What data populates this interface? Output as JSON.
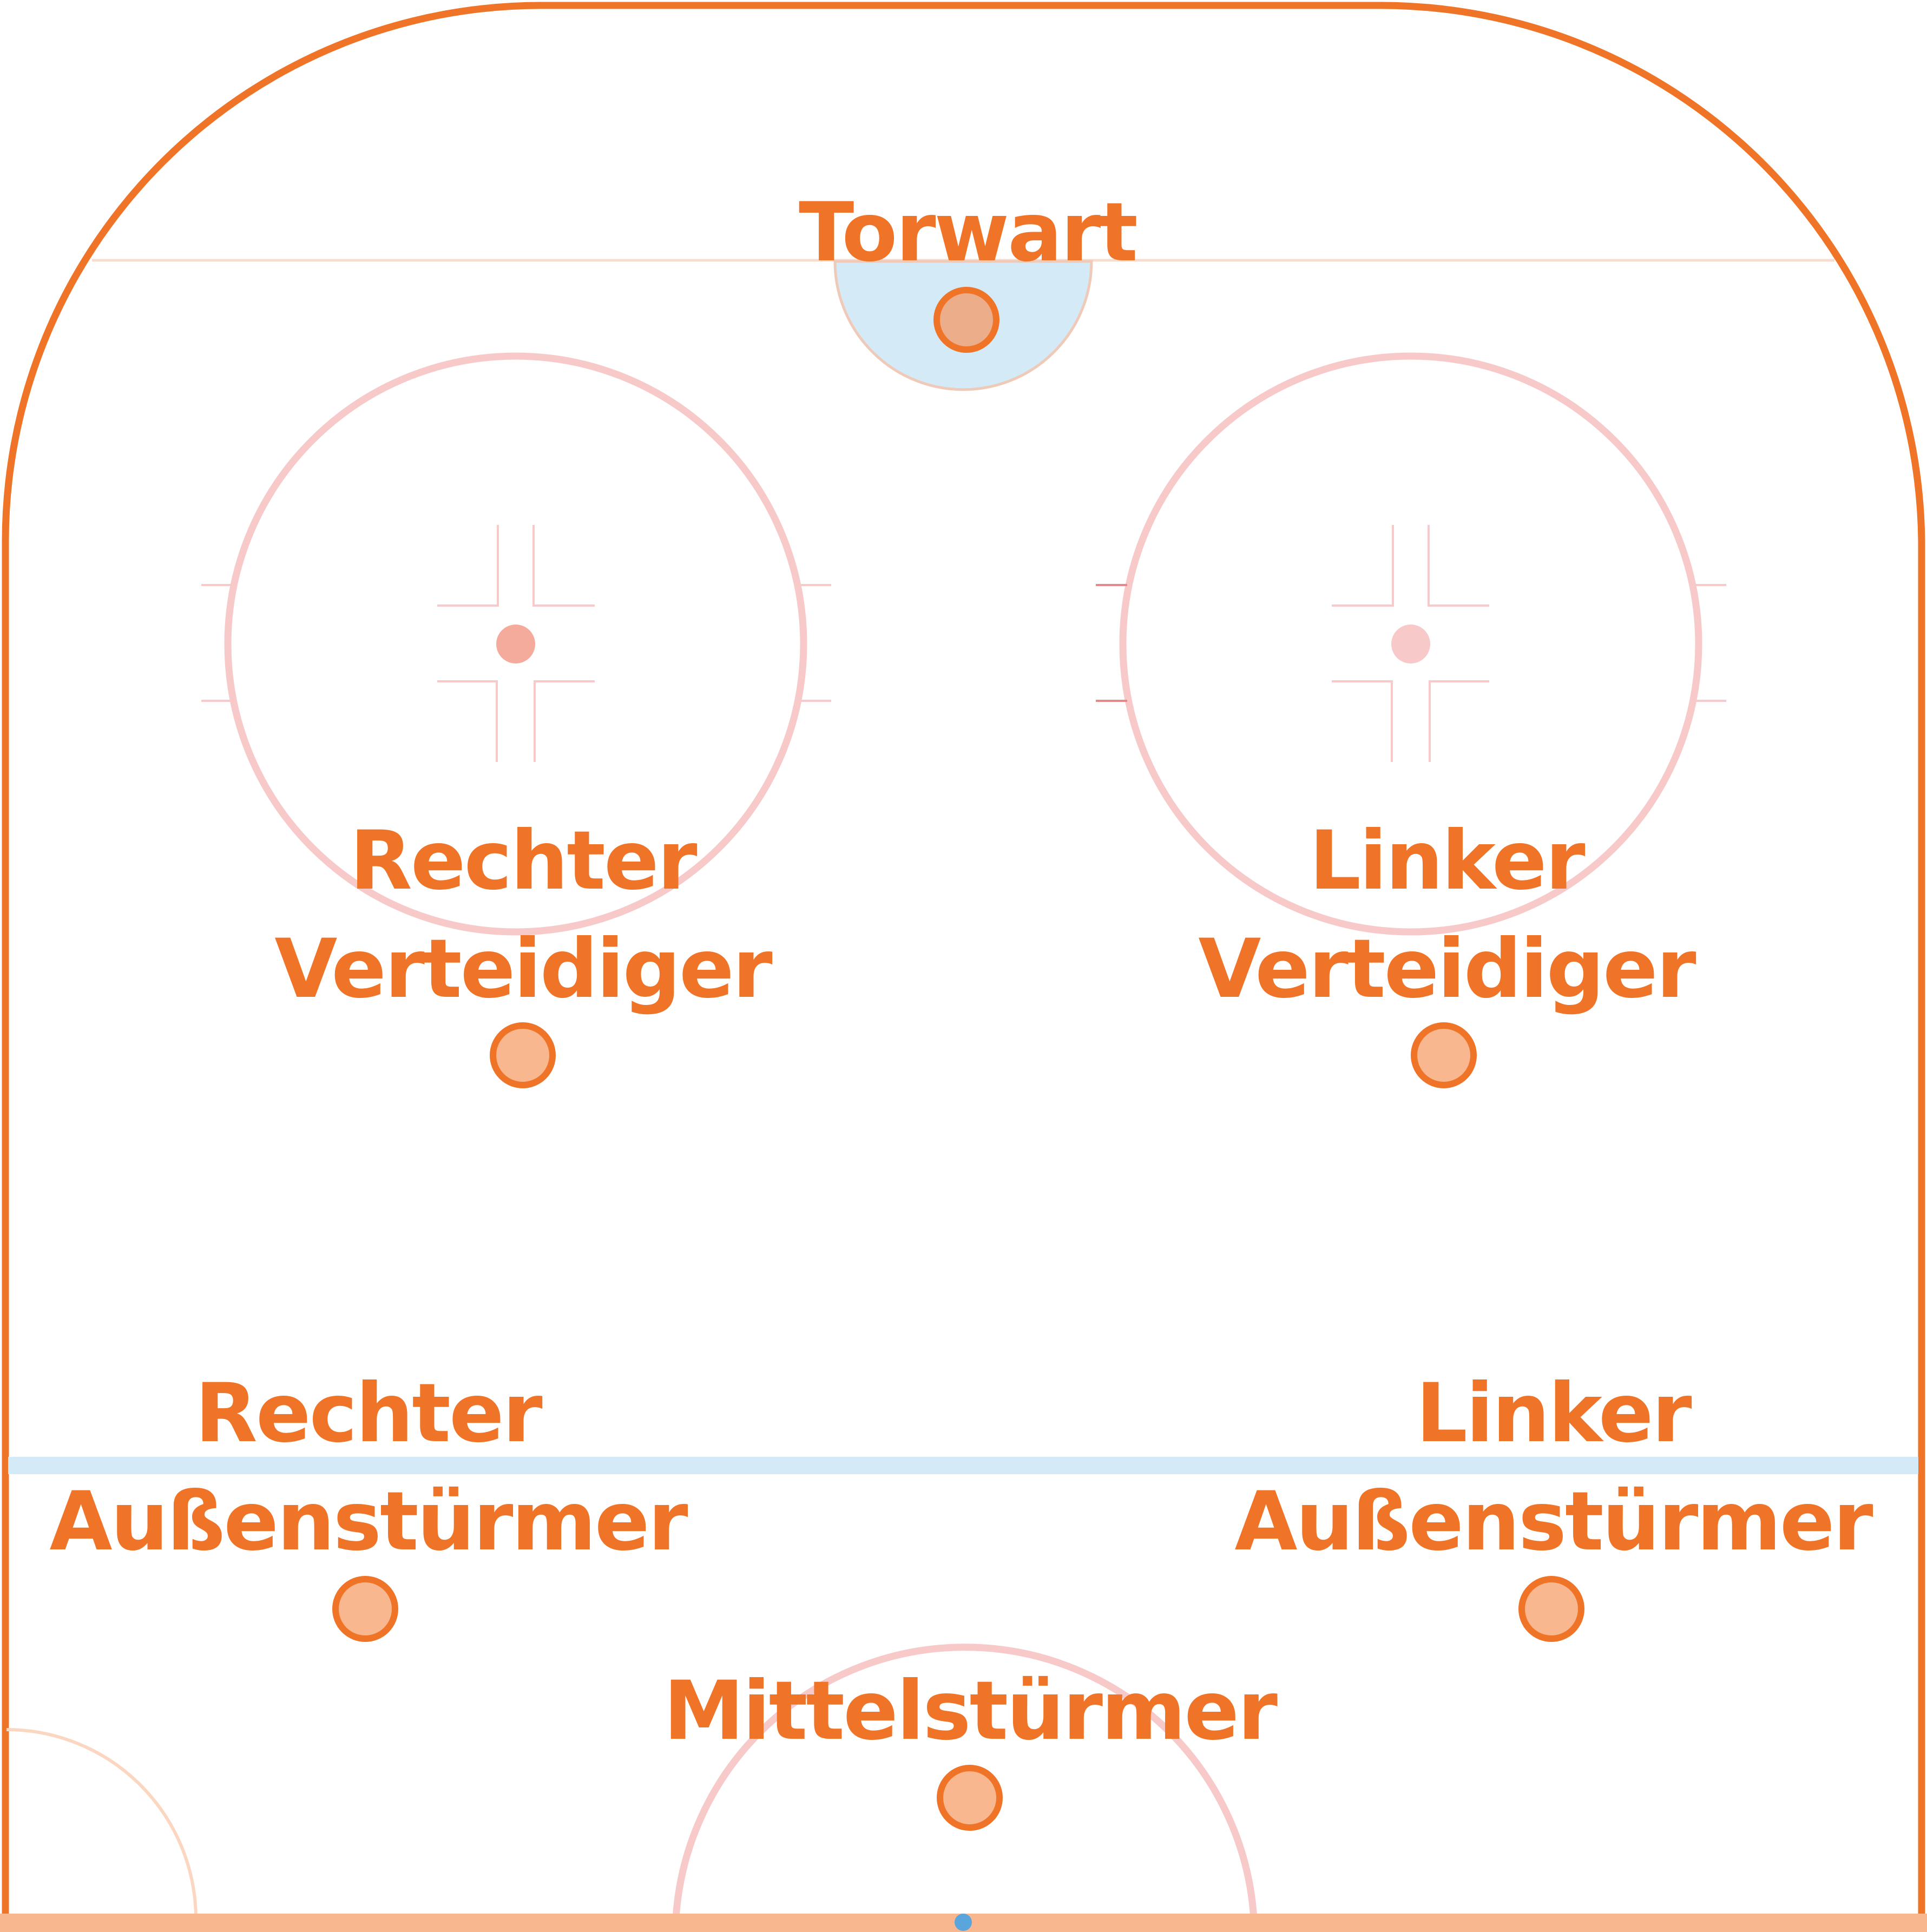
{
  "positions": {
    "goalie": "Torwart",
    "right_defense": [
      "Rechter",
      "Verteidiger"
    ],
    "left_defense": [
      "Linker",
      "Verteidiger"
    ],
    "right_wing": [
      "Rechter",
      "Außenstürmer"
    ],
    "left_wing": [
      "Linker",
      "Außenstürmer"
    ],
    "center": "Mittelstürmer"
  },
  "colors": {
    "boards": "#f07427",
    "label": "#f07427",
    "player_fill": "#f8b78e",
    "faceoff_circle": "#f7c9c9",
    "crease": "#d5eaf7",
    "blue_line": "#d5eaf7",
    "center_line": "#f8b78e",
    "faceoff_dot": "#f5ab9b"
  }
}
